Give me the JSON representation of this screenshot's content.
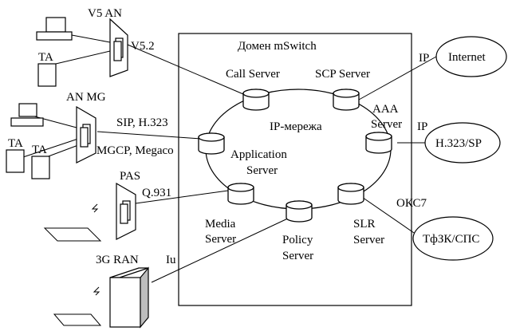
{
  "domain_title": "Домен mSwitch",
  "core_network": "IP-мережа",
  "servers": {
    "call": {
      "line1": "Call Server"
    },
    "scp": {
      "line1": "SCP Server"
    },
    "aaa": {
      "line1": "AAA",
      "line2": "Server"
    },
    "application": {
      "line1": "Application",
      "line2": "Server"
    },
    "media": {
      "line1": "Media",
      "line2": "Server"
    },
    "policy": {
      "line1": "Policy",
      "line2": "Server"
    },
    "slr": {
      "line1": "SLR",
      "line2": "Server"
    }
  },
  "external_networks": {
    "internet": "Internet",
    "h323sp": "H.323/SP",
    "pstn": "ТфЗК/СПС"
  },
  "access_nodes": {
    "v5an": "V5 AN",
    "anmg": "AN MG",
    "pas": "PAS",
    "ran3g": "3G RAN"
  },
  "terminals": {
    "ta_v5": "TA",
    "ta_mg1": "TA",
    "ta_mg2": "TA"
  },
  "protocols": {
    "v52": "V5.2",
    "sip_h323": "SIP, H.323",
    "mgcp_megaco": "MGCP, Megaco",
    "q931": "Q.931",
    "iu": "Iu",
    "ip_internet": "IP",
    "ip_h323": "IP",
    "okc7": "ОКС7"
  }
}
